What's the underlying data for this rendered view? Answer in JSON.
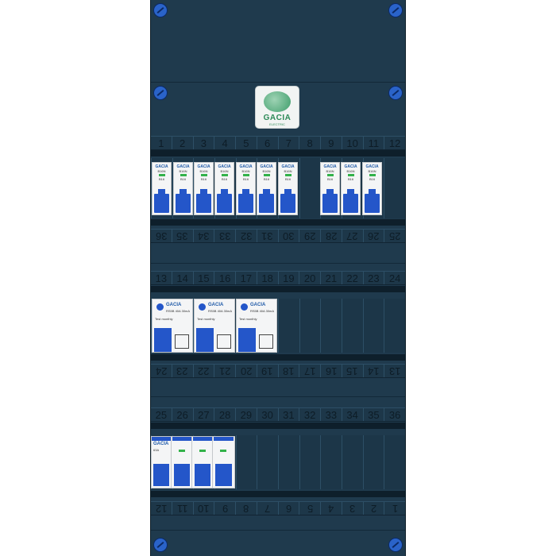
{
  "logo": {
    "brand": "GACIA",
    "sub": "ELECTRIC"
  },
  "row1": {
    "top_numbers": [
      "1",
      "2",
      "3",
      "4",
      "5",
      "6",
      "7",
      "8",
      "9",
      "10",
      "11",
      "12"
    ],
    "bottom_numbers": [
      "36",
      "35",
      "34",
      "33",
      "32",
      "31",
      "30",
      "29",
      "28",
      "27",
      "26",
      "25"
    ],
    "breakers": [
      {
        "brand": "GACIA",
        "model": "B16N",
        "rating": "B16"
      },
      {
        "brand": "GACIA",
        "model": "B16N",
        "rating": "B16"
      },
      {
        "brand": "GACIA",
        "model": "B16N",
        "rating": "B16"
      },
      {
        "brand": "GACIA",
        "model": "B16N",
        "rating": "B16"
      },
      {
        "brand": "GACIA",
        "model": "B16N",
        "rating": "B16"
      },
      {
        "brand": "GACIA",
        "model": "B16N",
        "rating": "B16"
      },
      {
        "brand": "GACIA",
        "model": "B16N",
        "rating": "B16"
      },
      {
        "brand": "GACIA",
        "model": "B16N",
        "rating": "B16"
      },
      {
        "brand": "GACIA",
        "model": "B16N",
        "rating": "B16"
      },
      {
        "brand": "GACIA",
        "model": "B16N",
        "rating": "B16"
      }
    ]
  },
  "row2": {
    "top_numbers": [
      "13",
      "14",
      "15",
      "16",
      "17",
      "18",
      "19",
      "20",
      "21",
      "22",
      "23",
      "24"
    ],
    "bottom_numbers": [
      "24",
      "23",
      "22",
      "21",
      "20",
      "19",
      "18",
      "17",
      "16",
      "15",
      "14",
      "13"
    ],
    "rcds": [
      {
        "brand": "GACIA",
        "model": "RS5B",
        "rating": "40A",
        "sensitivity": "30mA",
        "test": "Test monthly"
      },
      {
        "brand": "GACIA",
        "model": "RS5B",
        "rating": "40A",
        "sensitivity": "30mA",
        "test": "Test monthly"
      },
      {
        "brand": "GACIA",
        "model": "RS5B",
        "rating": "40A",
        "sensitivity": "30mA",
        "test": "Test monthly"
      }
    ]
  },
  "row3": {
    "top_numbers": [
      "25",
      "26",
      "27",
      "28",
      "29",
      "30",
      "31",
      "32",
      "33",
      "34",
      "35",
      "36"
    ],
    "bottom_numbers": [
      "12",
      "11",
      "10",
      "9",
      "8",
      "7",
      "6",
      "5",
      "4",
      "3",
      "2",
      "1"
    ],
    "isolator": {
      "brand": "GACIA",
      "rating": "63A"
    }
  },
  "colors": {
    "panel": "#1f3a4d",
    "lever": "#2456c9",
    "indicator": "#33b24a",
    "logo_green": "#2c8a57"
  }
}
